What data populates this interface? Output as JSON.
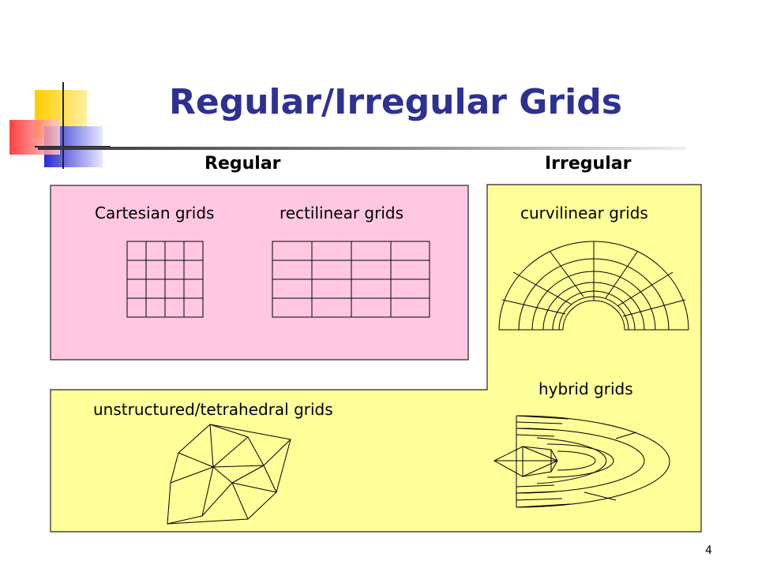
{
  "slide": {
    "title": "Regular/Irregular Grids",
    "page_number": "4"
  },
  "headings": {
    "regular": "Regular",
    "irregular": "Irregular"
  },
  "labels": {
    "cartesian": "Cartesian grids",
    "rectilinear": "rectilinear grids",
    "curvilinear": "curvilinear grids",
    "hybrid": "hybrid grids",
    "unstructured": "unstructured/tetrahedral grids"
  },
  "colors": {
    "title": "#2e3192",
    "regular_region": "#ffc8e0",
    "irregular_region": "#ffff99",
    "line": "#000000"
  }
}
